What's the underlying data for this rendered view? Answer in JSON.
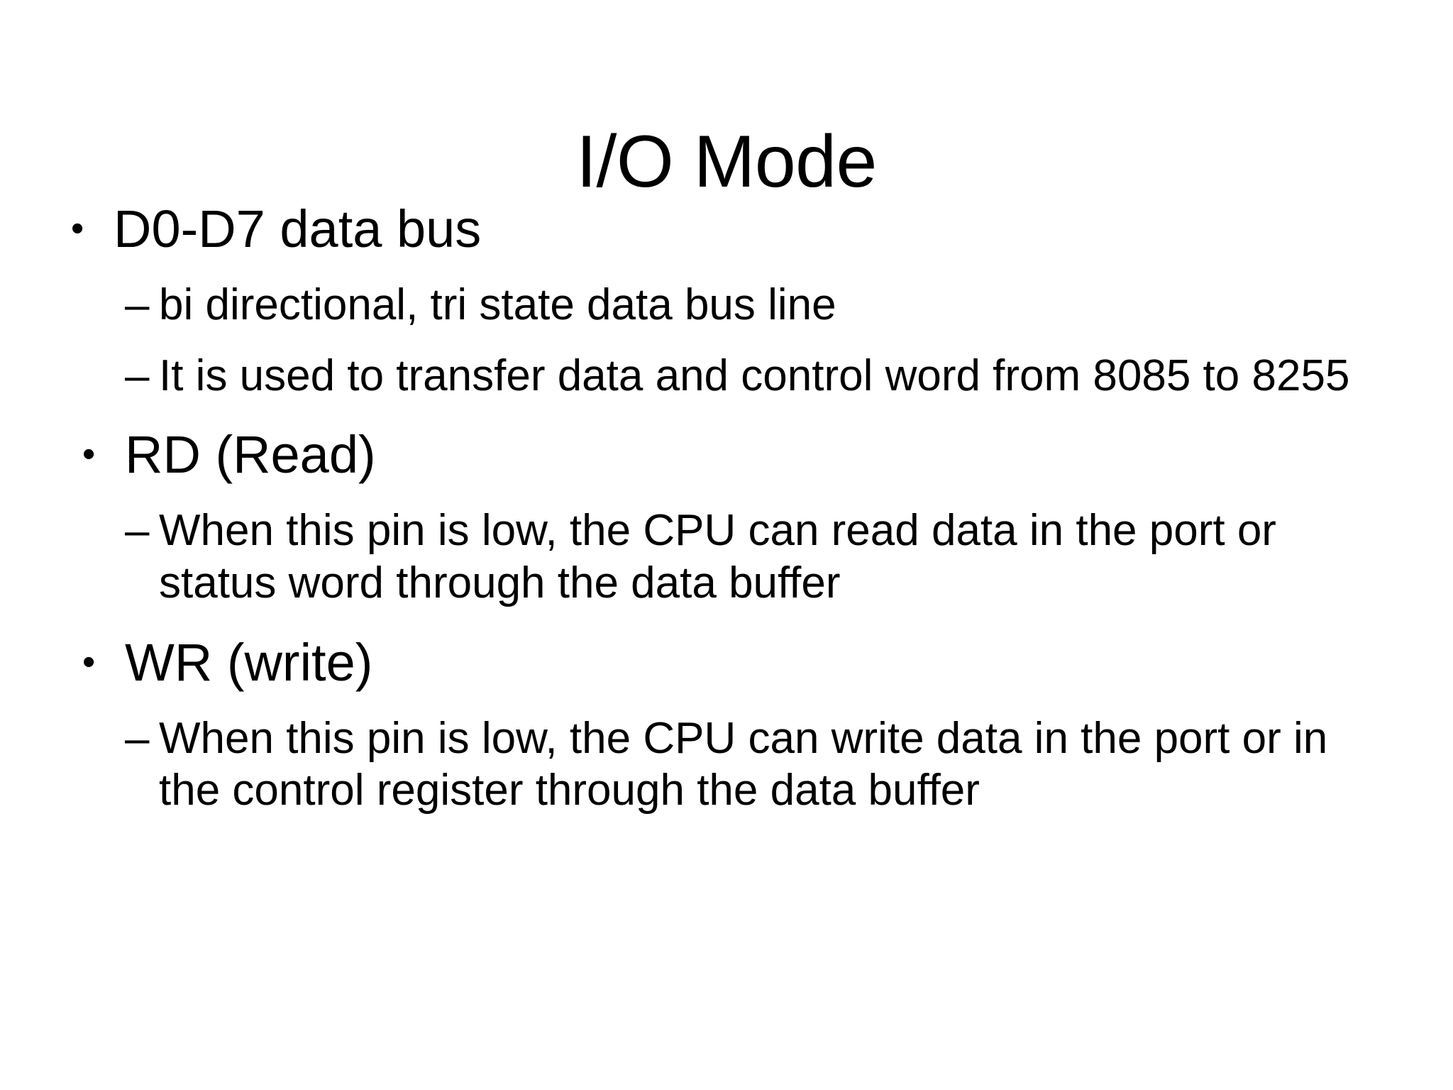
{
  "slide": {
    "title": "I/O Mode",
    "background_color": "#ffffff",
    "text_color": "#000000",
    "markers": {
      "level1": "•",
      "level2": "–"
    },
    "blocks": [
      {
        "level": 1,
        "text": "D0-D7 data bus"
      },
      {
        "level": 2,
        "text": "bi directional, tri state data bus line"
      },
      {
        "level": 2,
        "text": "It is used to transfer data and control word from 8085 to 8255"
      },
      {
        "level": 1,
        "text": "RD (Read)"
      },
      {
        "level": 2,
        "text": "When this pin is low, the CPU can read data in the port or status word through the data buffer"
      },
      {
        "level": 1,
        "text": "WR (write)"
      },
      {
        "level": 2,
        "text": "When this pin is low, the CPU can write data in the port or in the control register through the data buffer"
      }
    ]
  }
}
